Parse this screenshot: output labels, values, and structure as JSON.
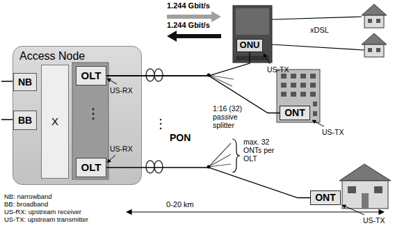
{
  "diagram": {
    "nodes": [
      {
        "text": [
          "Access Node"
        ]
      },
      {
        "text": [
          "NB"
        ],
        "in": 0
      },
      {
        "text": [
          "BB"
        ],
        "in": 0
      },
      {
        "text": [
          "X"
        ],
        "in": 0
      },
      {
        "text": [
          "OLT"
        ],
        "in": 0
      },
      {
        "text": [
          "OLT"
        ],
        "in": 0
      },
      {
        "text": [
          "ONU"
        ]
      },
      {
        "text": [
          "ONT"
        ]
      },
      {
        "text": [
          "ONT"
        ]
      }
    ],
    "edges": [
      {
        "from": 4,
        "to": 6,
        "arrow": "none"
      },
      {
        "from": 4,
        "to": 7,
        "arrow": "none"
      },
      {
        "from": 5,
        "to": 8,
        "arrow": "none"
      }
    ],
    "labels": [
      "1.244 Gbit/s",
      "1.244 Gbit/s",
      "xDSL",
      "US-TX",
      "US-RX",
      "1:16 (32) passive splitter",
      "⋮",
      "⋮",
      "US-RX",
      "PON",
      "US-TX",
      "max. 32 ONTs per OLT",
      "0-20 km",
      "US-TX",
      "NB: narrowband",
      "BB: broadband",
      "US-RX: upstream receiver",
      "US-TX: upstream transmitter"
    ]
  }
}
